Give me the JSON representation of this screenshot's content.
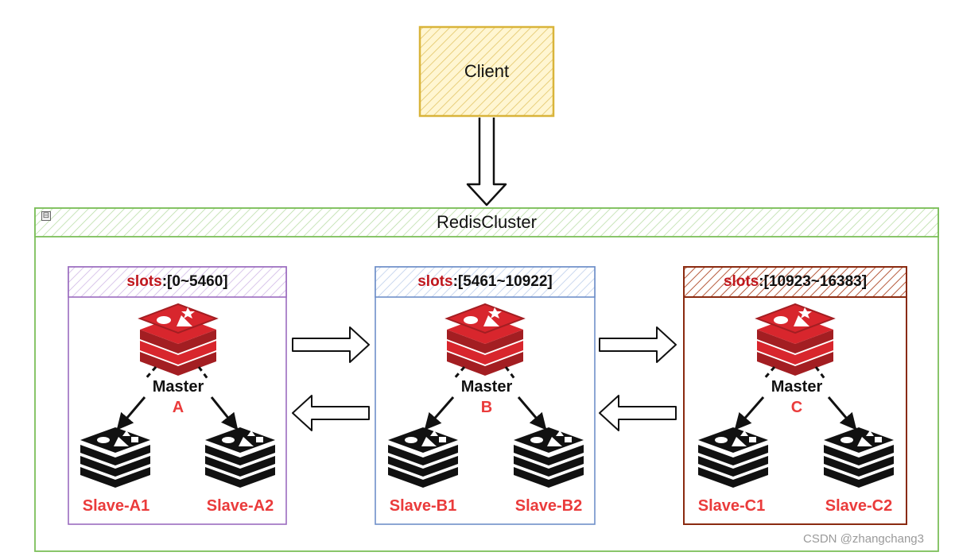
{
  "client": {
    "label": "Client"
  },
  "cluster": {
    "label": "RedisCluster",
    "collapse_glyph": "⊟"
  },
  "colors": {
    "client_border": "#d9b43a",
    "client_fill": "#fff3c9",
    "cluster_border": "#7cbf5a",
    "shard_a": "#9b6cbf",
    "shard_b": "#6f8fc9",
    "shard_c": "#8a2a10",
    "accent_red": "#c0161c",
    "label_red": "#ea3b3b"
  },
  "shards": [
    {
      "slots_keyword": "slots",
      "slots_range": ":[0~5460]",
      "master_label": "Master",
      "master_id": "A",
      "master_icon": "redis-logo-icon",
      "slaves": [
        "Slave-A1",
        "Slave-A2"
      ]
    },
    {
      "slots_keyword": "slots",
      "slots_range": ":[5461~10922]",
      "master_label": "Master",
      "master_id": "B",
      "master_icon": "redis-logo-icon",
      "slaves": [
        "Slave-B1",
        "Slave-B2"
      ]
    },
    {
      "slots_keyword": "slots",
      "slots_range": ":[10923~16383]",
      "master_label": "Master",
      "master_id": "C",
      "master_icon": "redis-logo-icon",
      "slaves": [
        "Slave-C1",
        "Slave-C2"
      ]
    }
  ],
  "watermark": "CSDN @zhangchang3"
}
